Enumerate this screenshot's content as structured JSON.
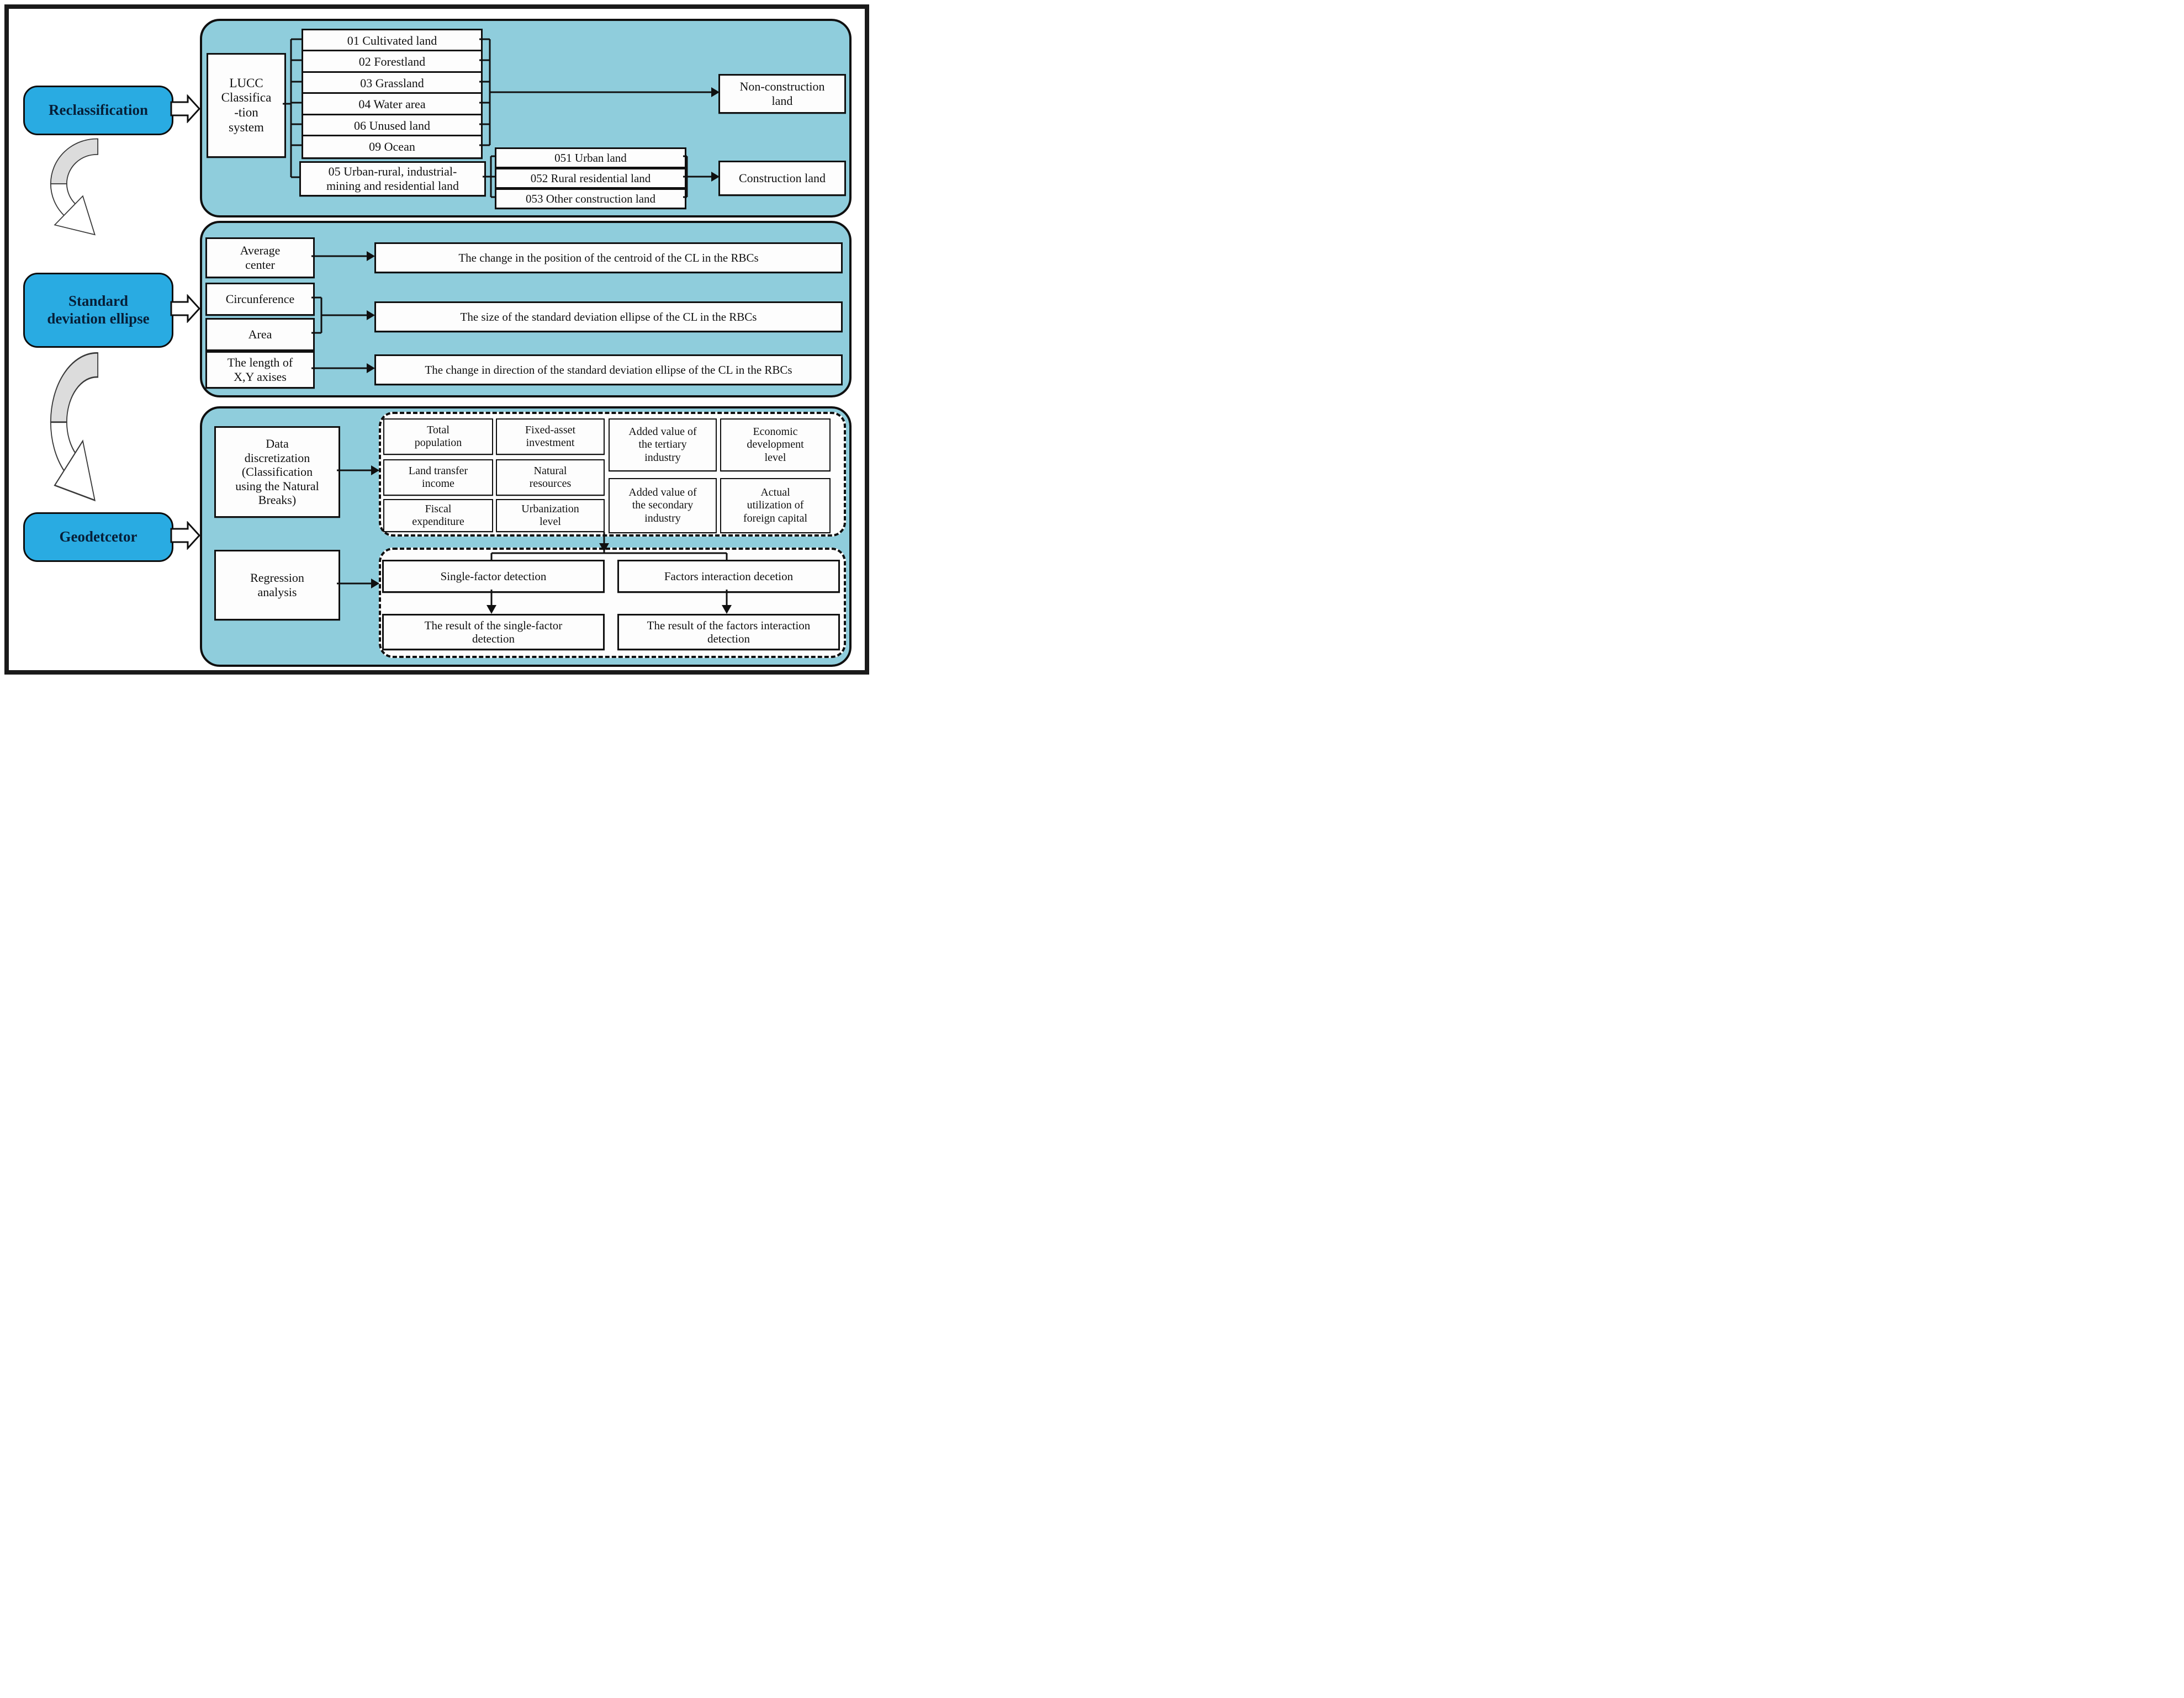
{
  "figure": {
    "colors": {
      "stage_fill": "#29ABE2",
      "panel_fill": "#8FCDDC",
      "swoosh_fill": "#DCDCDC",
      "line_color": "#101010"
    },
    "stages": [
      {
        "label": "Reclassification"
      },
      {
        "label": "Standard\ndeviation ellipse"
      },
      {
        "label": "Geodetcetor"
      }
    ],
    "reclassification_panel": {
      "lucc_system": "LUCC\nClassifica\n-tion\nsystem",
      "land_classes": [
        "01 Cultivated land",
        "02 Forestland",
        "03 Grassland",
        "04 Water area",
        "06 Unused land",
        "09 Ocean"
      ],
      "land_class_05": "05 Urban-rural, industrial-\nmining and residential land",
      "sub_classes_05": [
        "051 Urban land",
        "052 Rural residential land",
        "053 Other construction land"
      ],
      "outputs": {
        "non_construction": "Non-construction\nland",
        "construction": "Construction land"
      }
    },
    "sde_panel": {
      "metrics": [
        "Average\ncenter",
        "Circunference",
        "Area",
        "The length of\nX,Y axises"
      ],
      "interpretations": [
        "The change in the position of the centroid of the CL in the RBCs",
        "The size of the standard deviation ellipse of the CL in the RBCs",
        "The change in direction of the standard deviation ellipse of the CL in the RBCs"
      ]
    },
    "geodetector_panel": {
      "data_discretization": "Data\ndiscretization\n(Classification\nusing the Natural\nBreaks)",
      "regression_analysis": "Regression\nanalysis",
      "factors": [
        "Total\npopulation",
        "Land transfer\nincome",
        "Fiscal\nexpenditure",
        "Fixed-asset\ninvestment",
        "Natural\nresources",
        "Urbanization\nlevel",
        "Added value of\nthe tertiary\nindustry",
        "Added value of\nthe secondary\nindustry",
        "Economic\ndevelopment\nlevel",
        "Actual\nutilization of\nforeign capital"
      ],
      "detections": [
        "Single-factor detection",
        "Factors interaction decetion"
      ],
      "results": [
        "The result of the single-factor\ndetection",
        "The result of the factors interaction\ndetection"
      ]
    }
  }
}
